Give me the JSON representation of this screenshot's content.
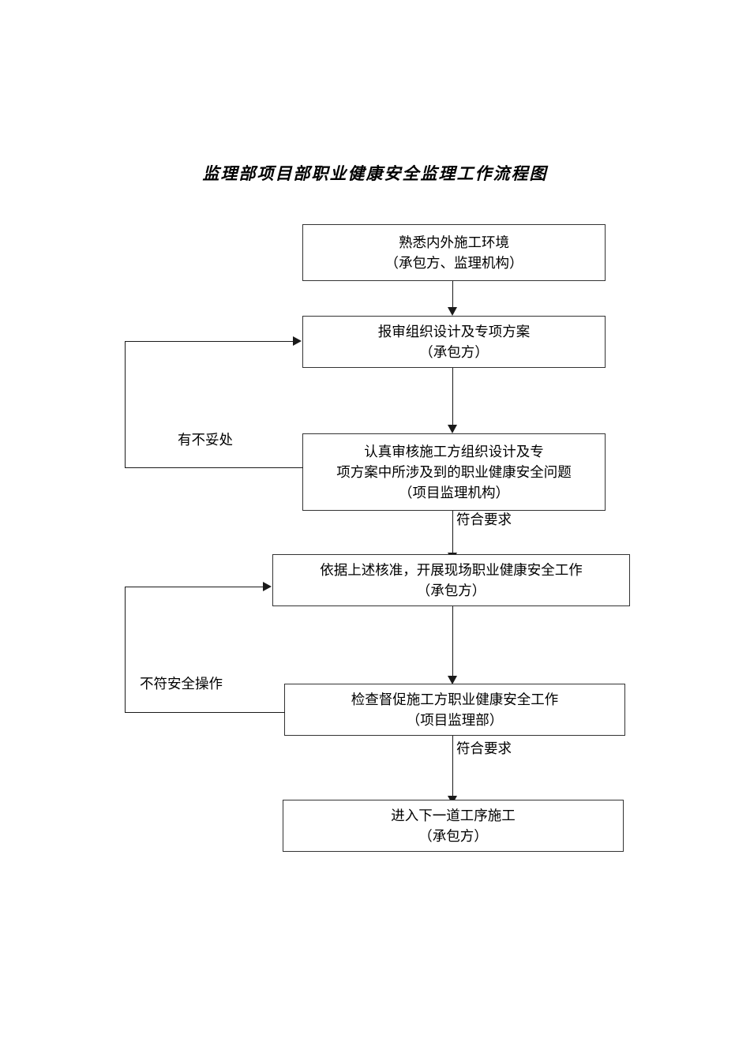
{
  "document": {
    "title": "监理部项目部职业健康安全监理工作流程图",
    "type": "flowchart",
    "page_background": "#ffffff",
    "line_color": "#1a1a1a",
    "box_border_color": "#333333"
  },
  "nodes": [
    {
      "id": "node-1",
      "name": "familiarize-environment",
      "line1": "熟悉内外施工环境",
      "line2": "（承包方、监理机构）"
    },
    {
      "id": "node-2",
      "name": "submit-organization-design",
      "line1": "报审组织设计及专项方案",
      "line2": "（承包方）"
    },
    {
      "id": "node-3",
      "name": "review-design-safety-issues",
      "line1": "认真审核施工方组织设计及专",
      "line2": "项方案中所涉及到的职业健康安全问题",
      "line3": "（项目监理机构）"
    },
    {
      "id": "node-4",
      "name": "carry-out-site-safety-work",
      "line1": "依据上述核准，开展现场职业健康安全工作",
      "line2": "（承包方）"
    },
    {
      "id": "node-5",
      "name": "inspect-supervise-safety-work",
      "line1": "检查督促施工方职业健康安全工作",
      "line2": "（项目监理部）"
    },
    {
      "id": "node-6",
      "name": "enter-next-process",
      "line1": "进入下一道工序施工",
      "line2": "（承包方）"
    }
  ],
  "edge_labels": {
    "feedback_top": "有不妥处",
    "feedback_bottom": "不符安全操作",
    "pass_upper": "符合要求",
    "pass_lower": "符合要求"
  }
}
